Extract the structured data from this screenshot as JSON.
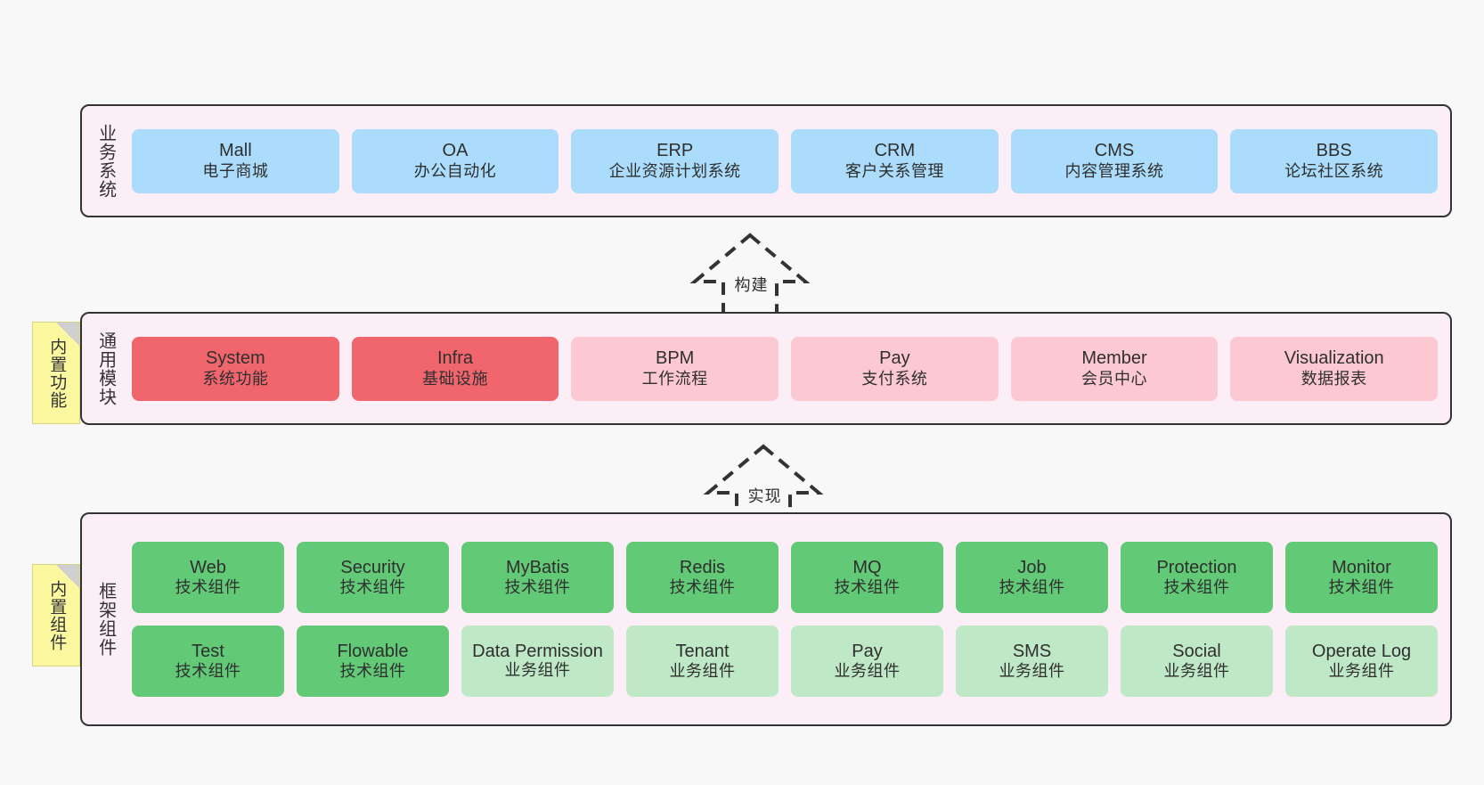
{
  "diagram": {
    "title_hidden": "",
    "colors": {
      "band_bg": "#fbeef7",
      "band_border": "#333333",
      "blue": "#abdcfb",
      "red": "#f1666d",
      "pink": "#fcc8d2",
      "green": "#62c976",
      "mint": "#bfe8c7",
      "sticky": "#fcf8a0",
      "sticky_fold": "#cfcfcf",
      "canvas": "#f8f8f8"
    }
  },
  "layers": {
    "business": {
      "title": "业务系统",
      "nodes": [
        {
          "en": "Mall",
          "cn": "电子商城"
        },
        {
          "en": "OA",
          "cn": "办公自动化"
        },
        {
          "en": "ERP",
          "cn": "企业资源计划系统"
        },
        {
          "en": "CRM",
          "cn": "客户关系管理"
        },
        {
          "en": "CMS",
          "cn": "内容管理系统"
        },
        {
          "en": "BBS",
          "cn": "论坛社区系统"
        }
      ]
    },
    "common": {
      "title": "通用模块",
      "sticky": "内置功能",
      "nodes": [
        {
          "en": "System",
          "cn": "系统功能",
          "color": "red"
        },
        {
          "en": "Infra",
          "cn": "基础设施",
          "color": "red"
        },
        {
          "en": "BPM",
          "cn": "工作流程",
          "color": "pink"
        },
        {
          "en": "Pay",
          "cn": "支付系统",
          "color": "pink"
        },
        {
          "en": "Member",
          "cn": "会员中心",
          "color": "pink"
        },
        {
          "en": "Visualization",
          "cn": "数据报表",
          "color": "pink"
        }
      ]
    },
    "framework": {
      "title": "框架组件",
      "sticky": "内置组件",
      "row1": [
        {
          "en": "Web",
          "cn": "技术组件",
          "color": "green"
        },
        {
          "en": "Security",
          "cn": "技术组件",
          "color": "green"
        },
        {
          "en": "MyBatis",
          "cn": "技术组件",
          "color": "green"
        },
        {
          "en": "Redis",
          "cn": "技术组件",
          "color": "green"
        },
        {
          "en": "MQ",
          "cn": "技术组件",
          "color": "green"
        },
        {
          "en": "Job",
          "cn": "技术组件",
          "color": "green"
        },
        {
          "en": "Protection",
          "cn": "技术组件",
          "color": "green"
        },
        {
          "en": "Monitor",
          "cn": "技术组件",
          "color": "green"
        }
      ],
      "row2": [
        {
          "en": "Test",
          "cn": "技术组件",
          "color": "green"
        },
        {
          "en": "Flowable",
          "cn": "技术组件",
          "color": "green"
        },
        {
          "en": "Data Permission",
          "cn": "业务组件",
          "color": "mint"
        },
        {
          "en": "Tenant",
          "cn": "业务组件",
          "color": "mint"
        },
        {
          "en": "Pay",
          "cn": "业务组件",
          "color": "mint"
        },
        {
          "en": "SMS",
          "cn": "业务组件",
          "color": "mint"
        },
        {
          "en": "Social",
          "cn": "业务组件",
          "color": "mint"
        },
        {
          "en": "Operate Log",
          "cn": "业务组件",
          "color": "mint"
        }
      ]
    }
  },
  "arrows": [
    {
      "label": "构建"
    },
    {
      "label": "实现"
    }
  ]
}
